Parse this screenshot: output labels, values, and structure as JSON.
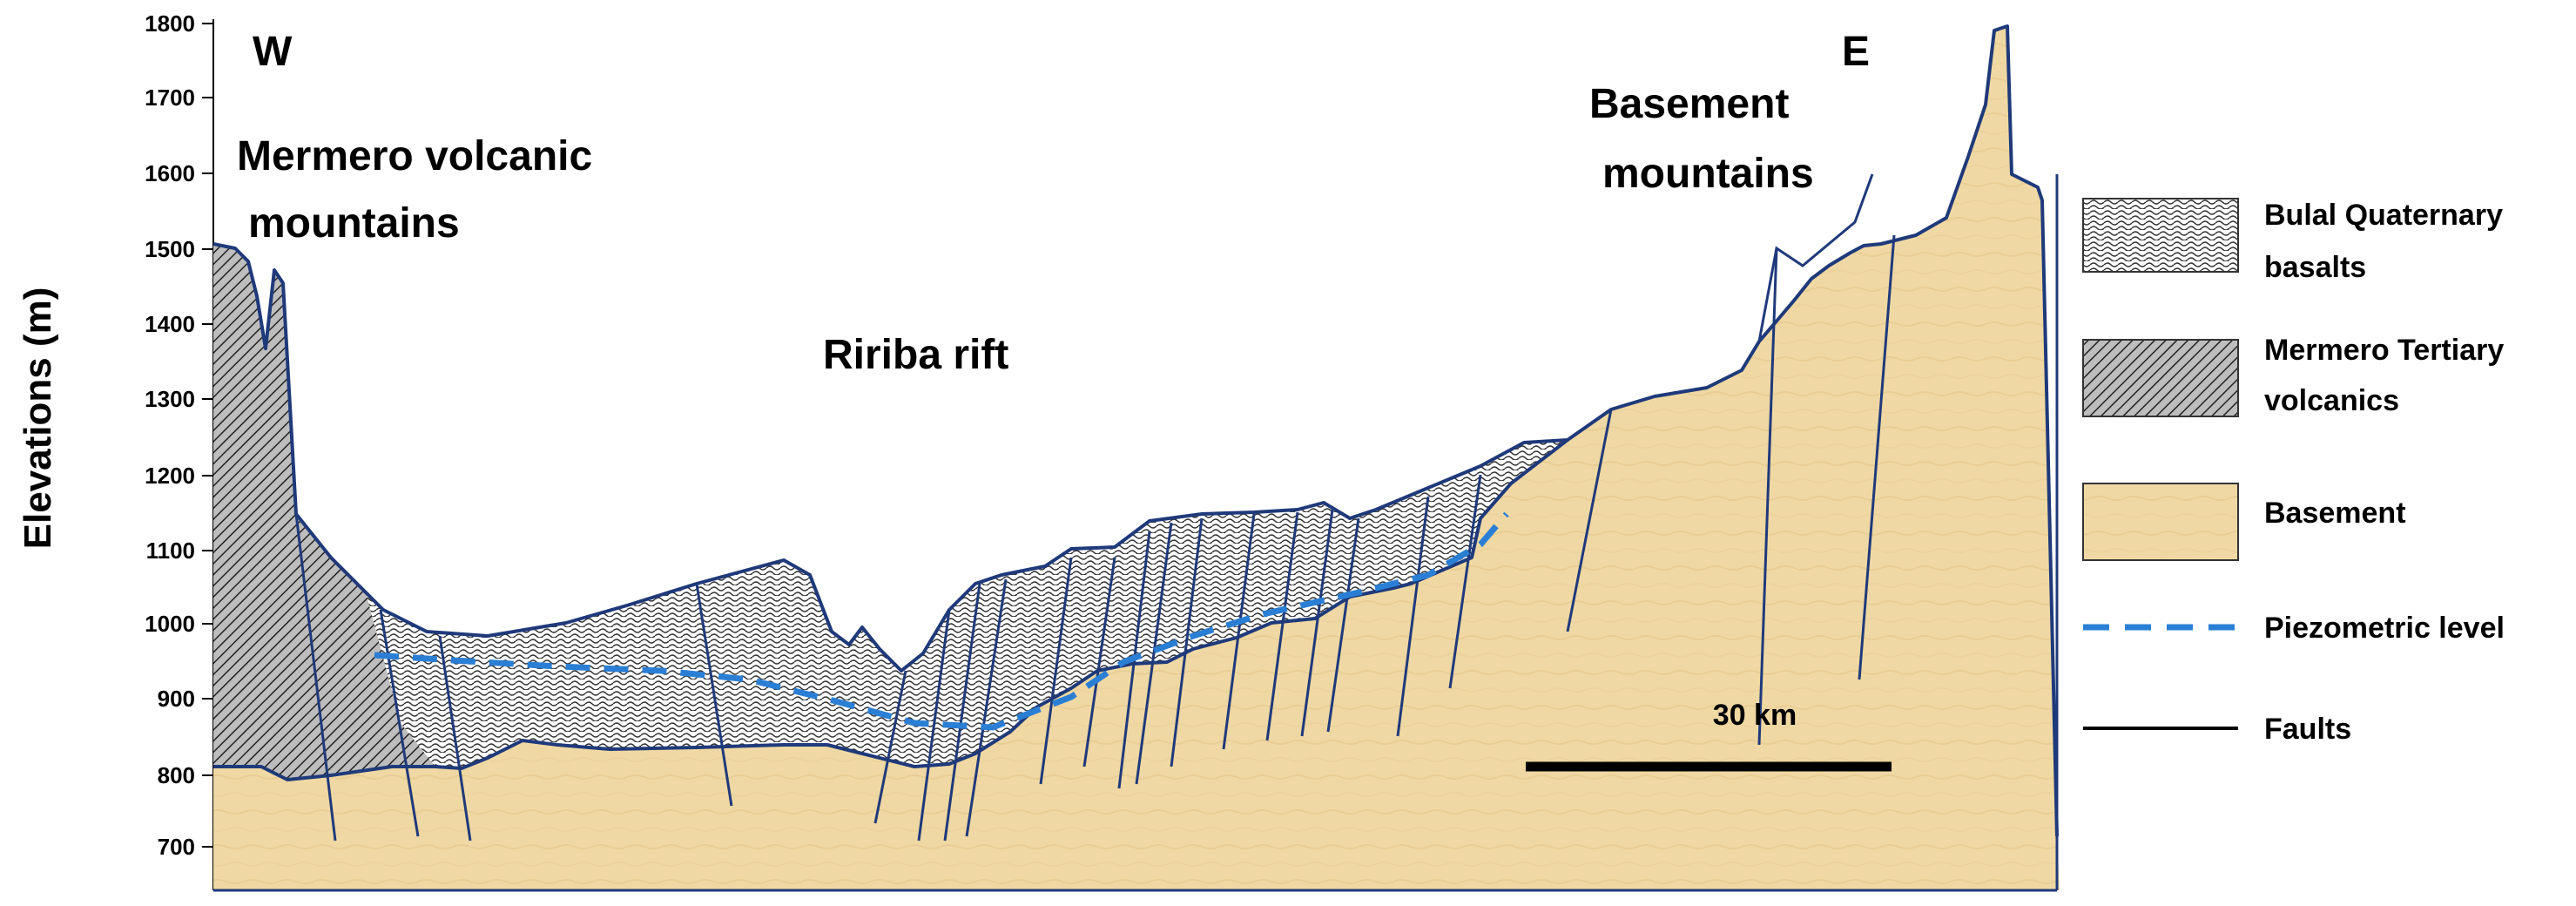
{
  "axis": {
    "ylabel": "Elevations (m)",
    "yticks": [
      "1800",
      "1700",
      "1600",
      "1500",
      "1400",
      "1300",
      "1200",
      "1100",
      "1000",
      "900",
      "800",
      "700"
    ]
  },
  "labels": {
    "west": "W",
    "east": "E",
    "mermero_line1": "Mermero volcanic",
    "mermero_line2": "mountains",
    "ririba": "Ririba rift",
    "basement_line1": "Basement",
    "basement_line2": "mountains"
  },
  "scale_bar": {
    "label": "30 km"
  },
  "legend": {
    "basalts_line1": "Bulal Quaternary",
    "basalts_line2": "basalts",
    "tertiary_line1": "Mermero Tertiary",
    "tertiary_line2": "volcanics",
    "basement": "Basement",
    "piezometric": "Piezometric level",
    "faults": "Faults"
  },
  "colors": {
    "basement_fill": "#f0d8a4",
    "outline": "#1f3a7a",
    "piezometric": "#2a7fd4",
    "fault": "#1f3a7a"
  }
}
